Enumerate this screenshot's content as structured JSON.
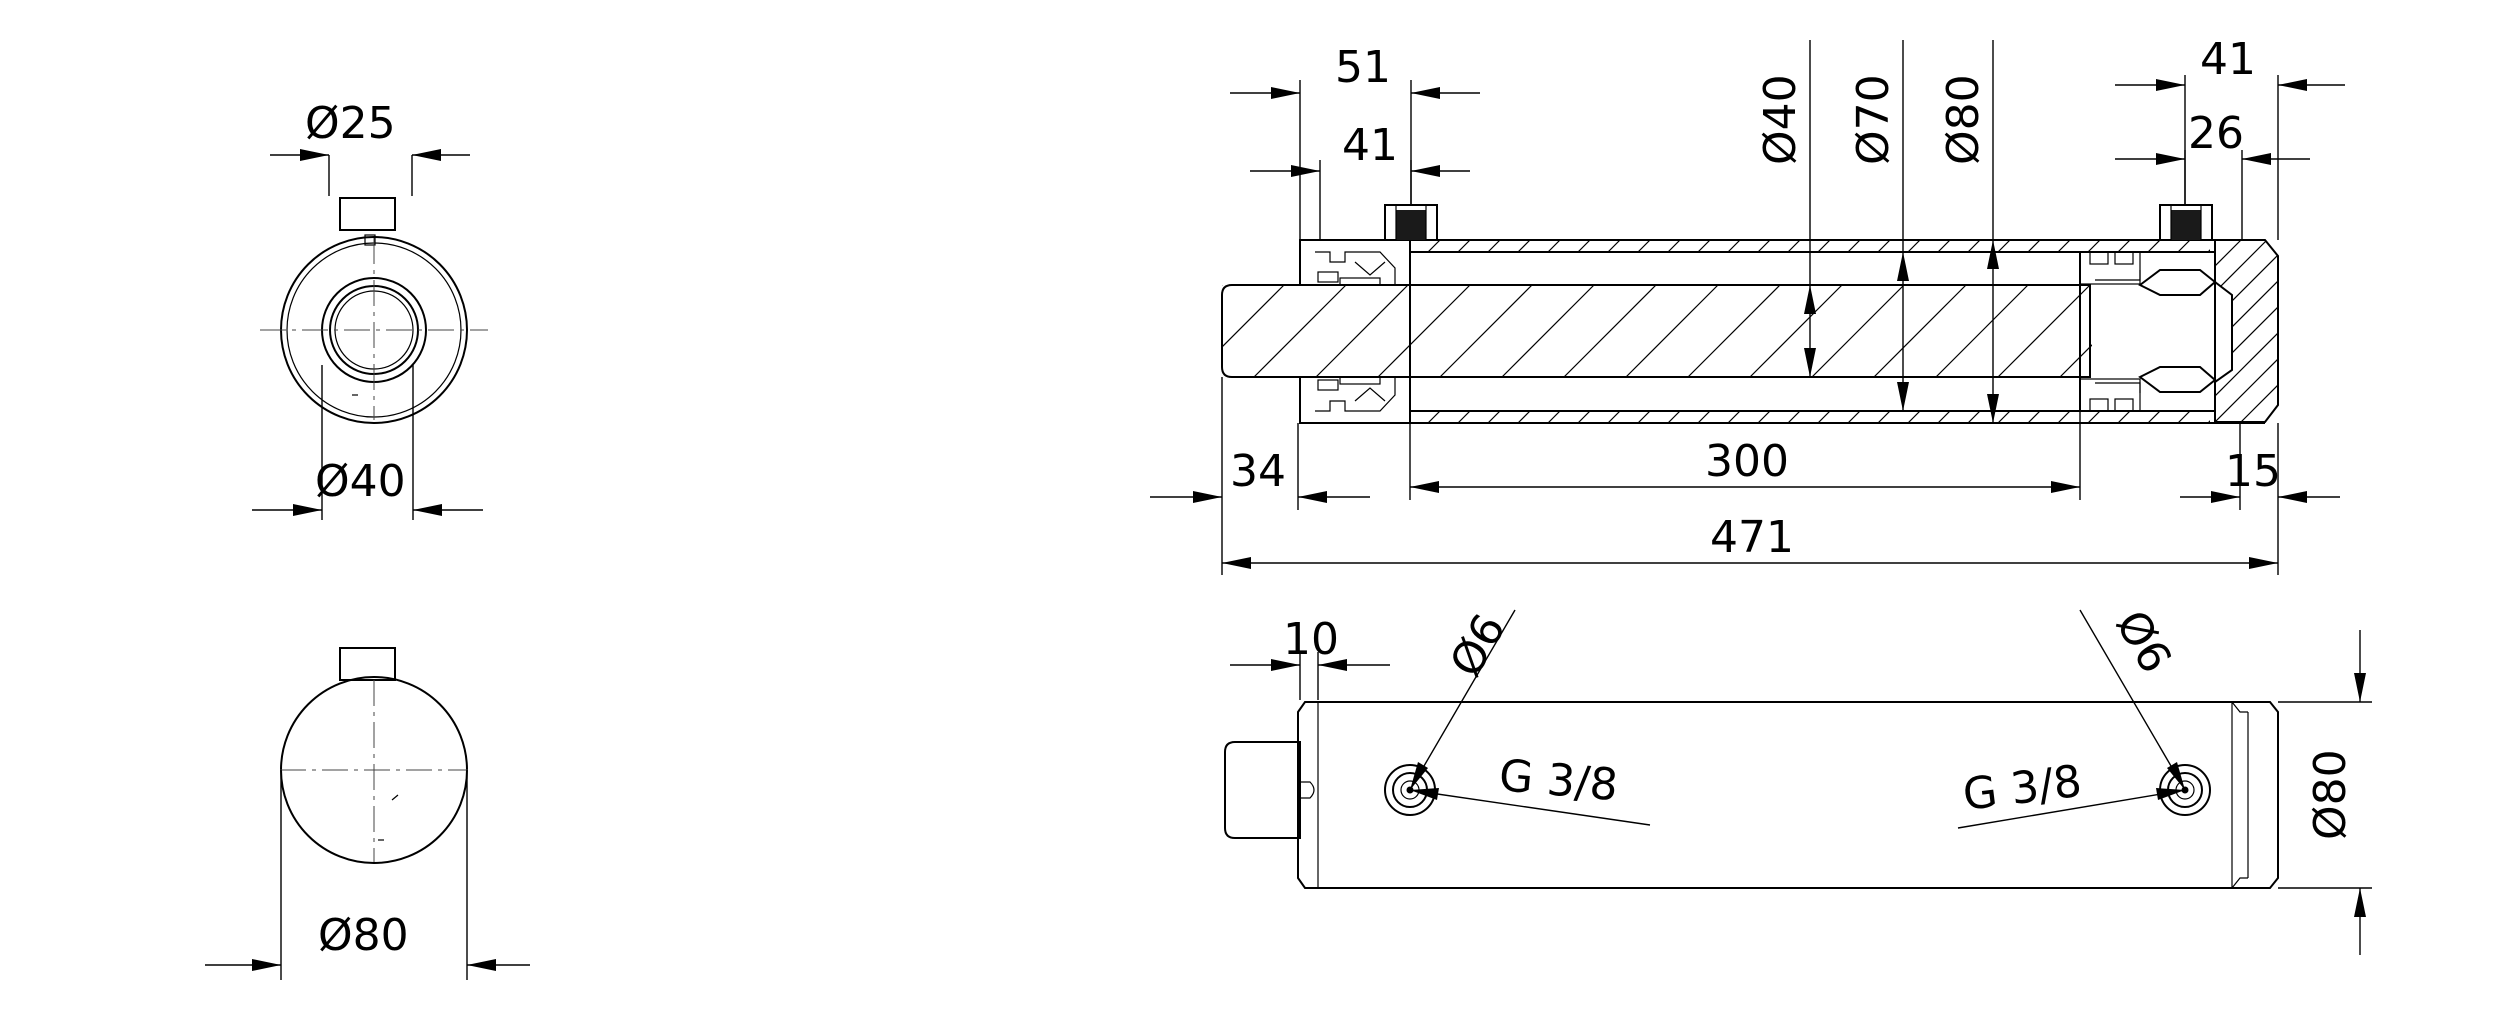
{
  "dimensions": {
    "end_rod_dia": "Ø25",
    "end_bore_dia": "Ø40",
    "end2_outer_dia": "Ø80",
    "sec_port_offset": "51",
    "sec_gland_length": "41",
    "sec_rod_dia": "Ø40",
    "sec_bore_dia": "Ø70",
    "sec_outer_dia": "Ø80",
    "sec_rear_port_offset": "41",
    "sec_rear_cap_length": "26",
    "sec_rod_extension": "34",
    "sec_stroke": "300",
    "sec_rear_end": "15",
    "sec_total_length": "471",
    "side_front_ring": "10",
    "side_port_dia_left": "Ø6",
    "side_port_dia_right": "Ø6",
    "side_port_thread_left": "G 3/8",
    "side_port_thread_right": "G 3/8",
    "side_outer_dia": "Ø80"
  }
}
